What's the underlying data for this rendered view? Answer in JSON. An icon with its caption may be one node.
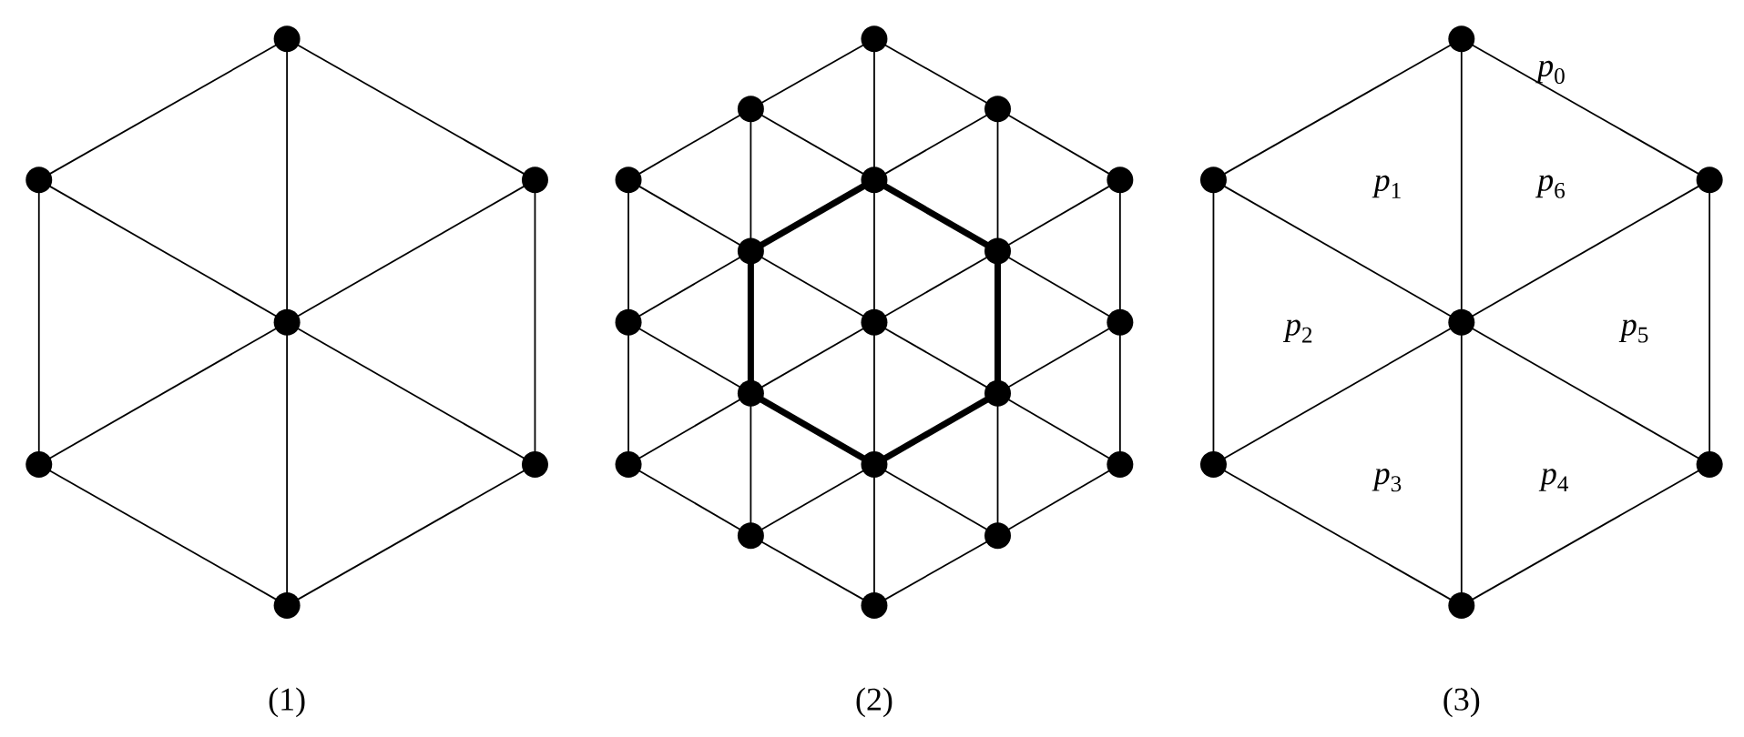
{
  "diagram": {
    "nodes": [
      {
        "text": [],
        "shape": "circle"
      },
      {
        "text": [],
        "shape": "circle"
      },
      {
        "text": [],
        "shape": "circle"
      },
      {
        "text": [],
        "shape": "circle"
      },
      {
        "text": [],
        "shape": "circle"
      },
      {
        "text": [],
        "shape": "circle"
      },
      {
        "text": [],
        "shape": "circle"
      },
      {
        "text": [],
        "shape": "circle"
      },
      {
        "text": [],
        "shape": "circle"
      },
      {
        "text": [],
        "shape": "circle"
      },
      {
        "text": [],
        "shape": "circle"
      },
      {
        "text": [],
        "shape": "circle"
      },
      {
        "text": [],
        "shape": "circle"
      },
      {
        "text": [],
        "shape": "circle"
      },
      {
        "text": [],
        "shape": "circle"
      },
      {
        "text": [],
        "shape": "circle"
      },
      {
        "text": [],
        "shape": "circle"
      },
      {
        "text": [],
        "shape": "circle"
      },
      {
        "text": [],
        "shape": "circle"
      },
      {
        "text": [],
        "shape": "circle"
      },
      {
        "text": [],
        "shape": "circle"
      },
      {
        "text": [],
        "shape": "circle"
      },
      {
        "text": [],
        "shape": "circle"
      },
      {
        "text": [],
        "shape": "circle"
      },
      {
        "text": [],
        "shape": "circle"
      },
      {
        "text": [],
        "shape": "circle"
      },
      {
        "text": [],
        "shape": "circle"
      },
      {
        "text": [],
        "shape": "circle"
      },
      {
        "text": [],
        "shape": "circle"
      },
      {
        "text": [],
        "shape": "circle"
      },
      {
        "text": [],
        "shape": "circle"
      },
      {
        "text": [],
        "shape": "circle"
      },
      {
        "text": [],
        "shape": "circle"
      }
    ],
    "edges": [
      {
        "from": 0,
        "to": 1,
        "arrow": "none"
      },
      {
        "from": 0,
        "to": 2,
        "arrow": "none"
      },
      {
        "from": 1,
        "to": 4,
        "arrow": "none"
      },
      {
        "from": 2,
        "to": 5,
        "arrow": "none"
      },
      {
        "from": 4,
        "to": 6,
        "arrow": "none"
      },
      {
        "from": 5,
        "to": 6,
        "arrow": "none"
      },
      {
        "from": 0,
        "to": 3,
        "arrow": "none"
      },
      {
        "from": 1,
        "to": 3,
        "arrow": "none"
      },
      {
        "from": 2,
        "to": 3,
        "arrow": "none"
      },
      {
        "from": 3,
        "to": 4,
        "arrow": "none"
      },
      {
        "from": 3,
        "to": 5,
        "arrow": "none"
      },
      {
        "from": 3,
        "to": 6,
        "arrow": "none"
      },
      {
        "from": 10,
        "to": 15,
        "arrow": "none"
      },
      {
        "from": 15,
        "to": 20,
        "arrow": "none"
      },
      {
        "from": 8,
        "to": 13,
        "arrow": "none"
      },
      {
        "from": 13,
        "to": 18,
        "arrow": "none",
        "style": "thick"
      },
      {
        "from": 18,
        "to": 23,
        "arrow": "none"
      },
      {
        "from": 7,
        "to": 11,
        "arrow": "none"
      },
      {
        "from": 11,
        "to": 16,
        "arrow": "none"
      },
      {
        "from": 16,
        "to": 21,
        "arrow": "none"
      },
      {
        "from": 21,
        "to": 25,
        "arrow": "none"
      },
      {
        "from": 9,
        "to": 14,
        "arrow": "none"
      },
      {
        "from": 14,
        "to": 19,
        "arrow": "none",
        "style": "thick"
      },
      {
        "from": 19,
        "to": 24,
        "arrow": "none"
      },
      {
        "from": 12,
        "to": 17,
        "arrow": "none"
      },
      {
        "from": 17,
        "to": 22,
        "arrow": "none"
      },
      {
        "from": 7,
        "to": 9,
        "arrow": "none"
      },
      {
        "from": 9,
        "to": 12,
        "arrow": "none"
      },
      {
        "from": 8,
        "to": 11,
        "arrow": "none"
      },
      {
        "from": 11,
        "to": 14,
        "arrow": "none",
        "style": "thick"
      },
      {
        "from": 14,
        "to": 17,
        "arrow": "none"
      },
      {
        "from": 10,
        "to": 13,
        "arrow": "none"
      },
      {
        "from": 13,
        "to": 16,
        "arrow": "none"
      },
      {
        "from": 16,
        "to": 19,
        "arrow": "none"
      },
      {
        "from": 19,
        "to": 22,
        "arrow": "none"
      },
      {
        "from": 15,
        "to": 18,
        "arrow": "none"
      },
      {
        "from": 18,
        "to": 21,
        "arrow": "none",
        "style": "thick"
      },
      {
        "from": 21,
        "to": 24,
        "arrow": "none"
      },
      {
        "from": 20,
        "to": 23,
        "arrow": "none"
      },
      {
        "from": 23,
        "to": 25,
        "arrow": "none"
      },
      {
        "from": 7,
        "to": 8,
        "arrow": "none"
      },
      {
        "from": 8,
        "to": 10,
        "arrow": "none"
      },
      {
        "from": 9,
        "to": 11,
        "arrow": "none"
      },
      {
        "from": 11,
        "to": 13,
        "arrow": "none",
        "style": "thick"
      },
      {
        "from": 13,
        "to": 15,
        "arrow": "none"
      },
      {
        "from": 12,
        "to": 14,
        "arrow": "none"
      },
      {
        "from": 14,
        "to": 16,
        "arrow": "none"
      },
      {
        "from": 16,
        "to": 18,
        "arrow": "none"
      },
      {
        "from": 18,
        "to": 20,
        "arrow": "none"
      },
      {
        "from": 17,
        "to": 19,
        "arrow": "none"
      },
      {
        "from": 19,
        "to": 21,
        "arrow": "none",
        "style": "thick"
      },
      {
        "from": 21,
        "to": 23,
        "arrow": "none"
      },
      {
        "from": 22,
        "to": 24,
        "arrow": "none"
      },
      {
        "from": 24,
        "to": 25,
        "arrow": "none"
      },
      {
        "from": 26,
        "to": 27,
        "arrow": "none"
      },
      {
        "from": 26,
        "to": 28,
        "arrow": "none"
      },
      {
        "from": 27,
        "to": 30,
        "arrow": "none"
      },
      {
        "from": 28,
        "to": 31,
        "arrow": "none"
      },
      {
        "from": 30,
        "to": 32,
        "arrow": "none"
      },
      {
        "from": 31,
        "to": 32,
        "arrow": "none"
      },
      {
        "from": 26,
        "to": 29,
        "arrow": "none"
      },
      {
        "from": 27,
        "to": 29,
        "arrow": "none"
      },
      {
        "from": 28,
        "to": 29,
        "arrow": "none"
      },
      {
        "from": 29,
        "to": 30,
        "arrow": "none"
      },
      {
        "from": 29,
        "to": 31,
        "arrow": "none"
      },
      {
        "from": 29,
        "to": 32,
        "arrow": "none"
      }
    ],
    "labels": [
      "*p*$_{0}$",
      "*p*$_{1}$",
      "*p*$_{6}$",
      "*p*$_{2}$",
      "*p*$_{5}$",
      "*p*$_{3}$",
      "*p*$_{4}$",
      "(1)",
      "(2)",
      "(3)"
    ]
  }
}
